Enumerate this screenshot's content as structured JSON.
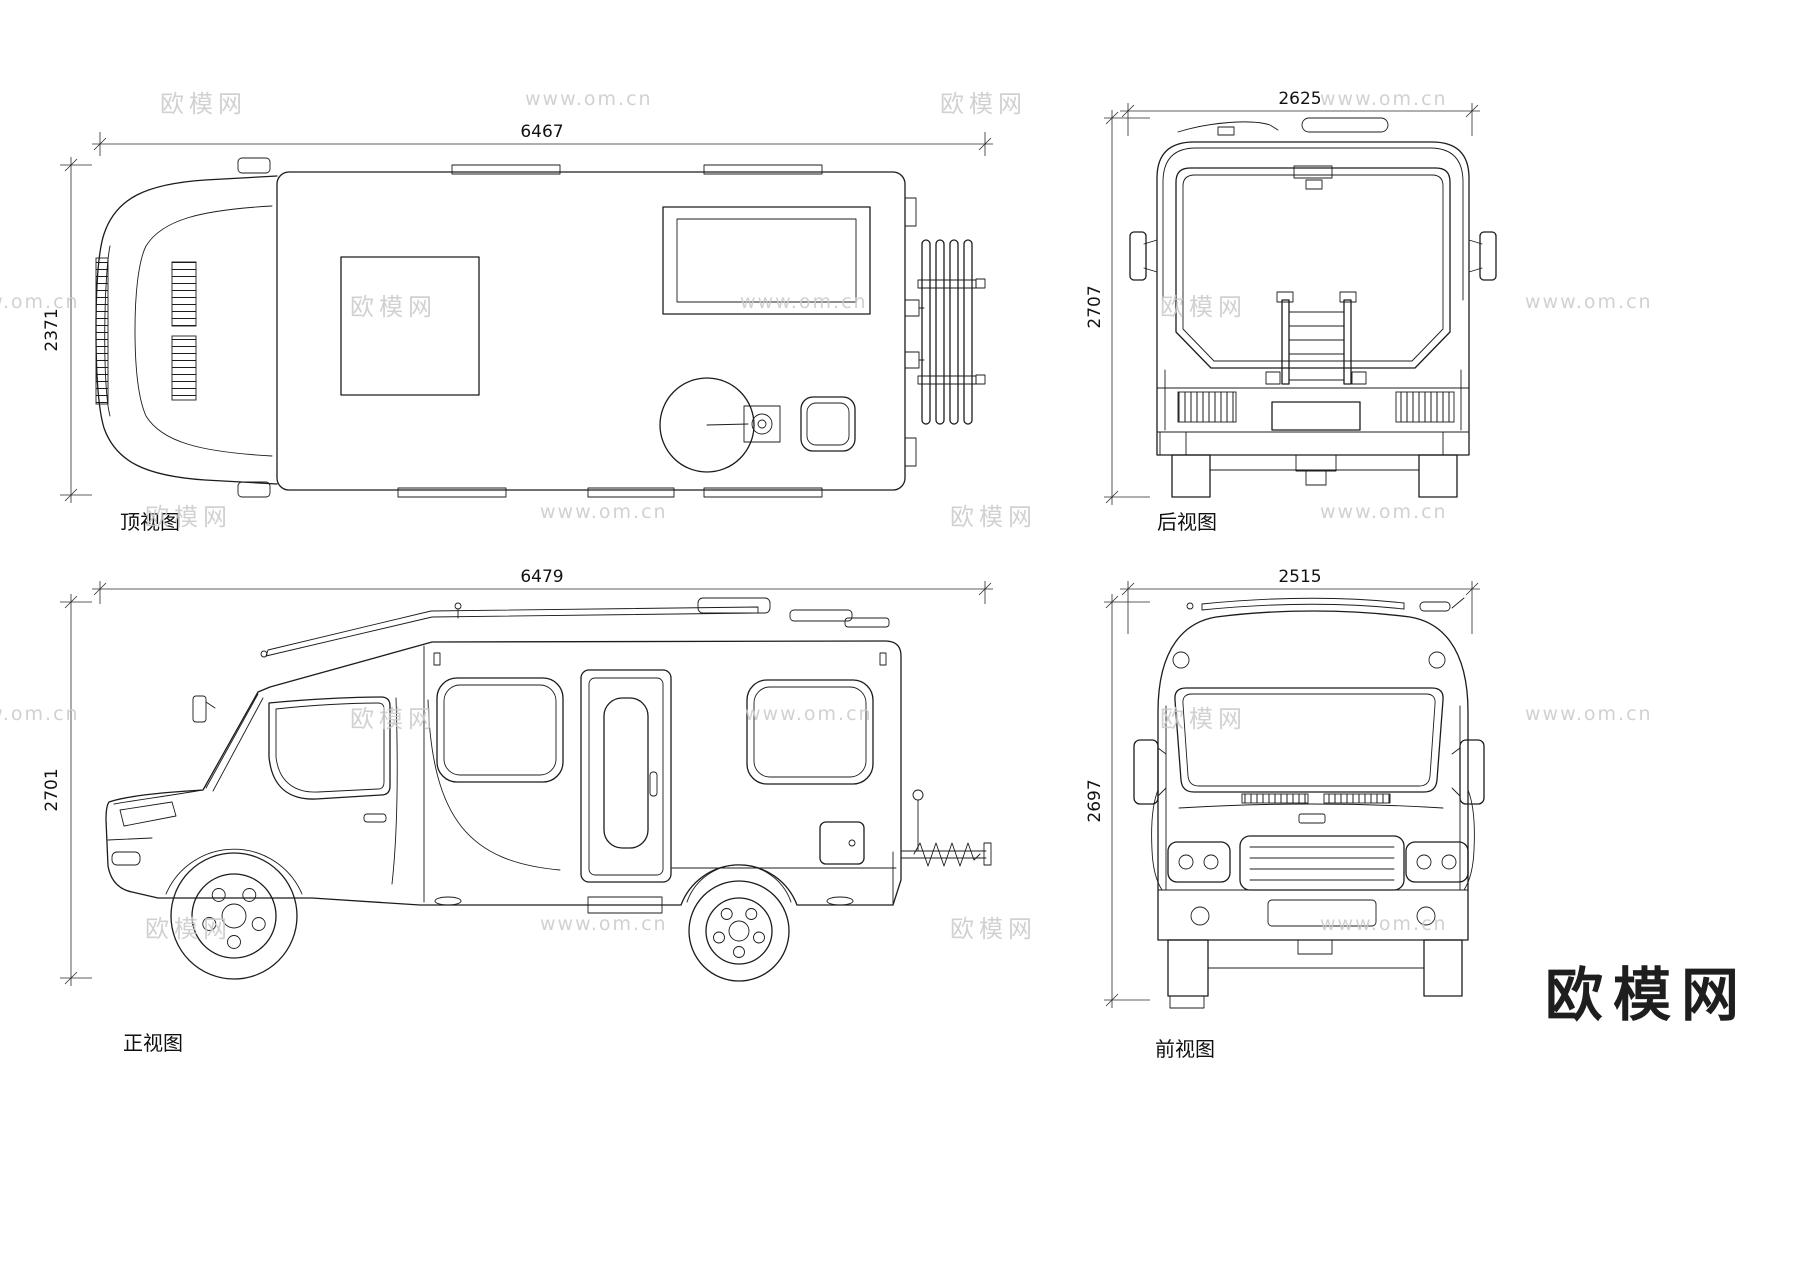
{
  "views": {
    "top": {
      "label": "顶视图",
      "width": "6467",
      "height": "2371"
    },
    "rear": {
      "label": "后视图",
      "width": "2625",
      "height": "2707"
    },
    "side": {
      "label": "正视图",
      "width": "6479",
      "height": "2701"
    },
    "front": {
      "label": "前视图",
      "width": "2515",
      "height": "2697"
    }
  },
  "watermarks": {
    "brand": "欧模网",
    "site": "www.om.cn",
    "large_brand": "欧模网"
  },
  "colors": {
    "line": "#1c1c1c",
    "dimension": "#2a2a2a",
    "watermark": "#c9c9c9",
    "large_watermark": "#1e1e1e",
    "background": "#ffffff"
  }
}
